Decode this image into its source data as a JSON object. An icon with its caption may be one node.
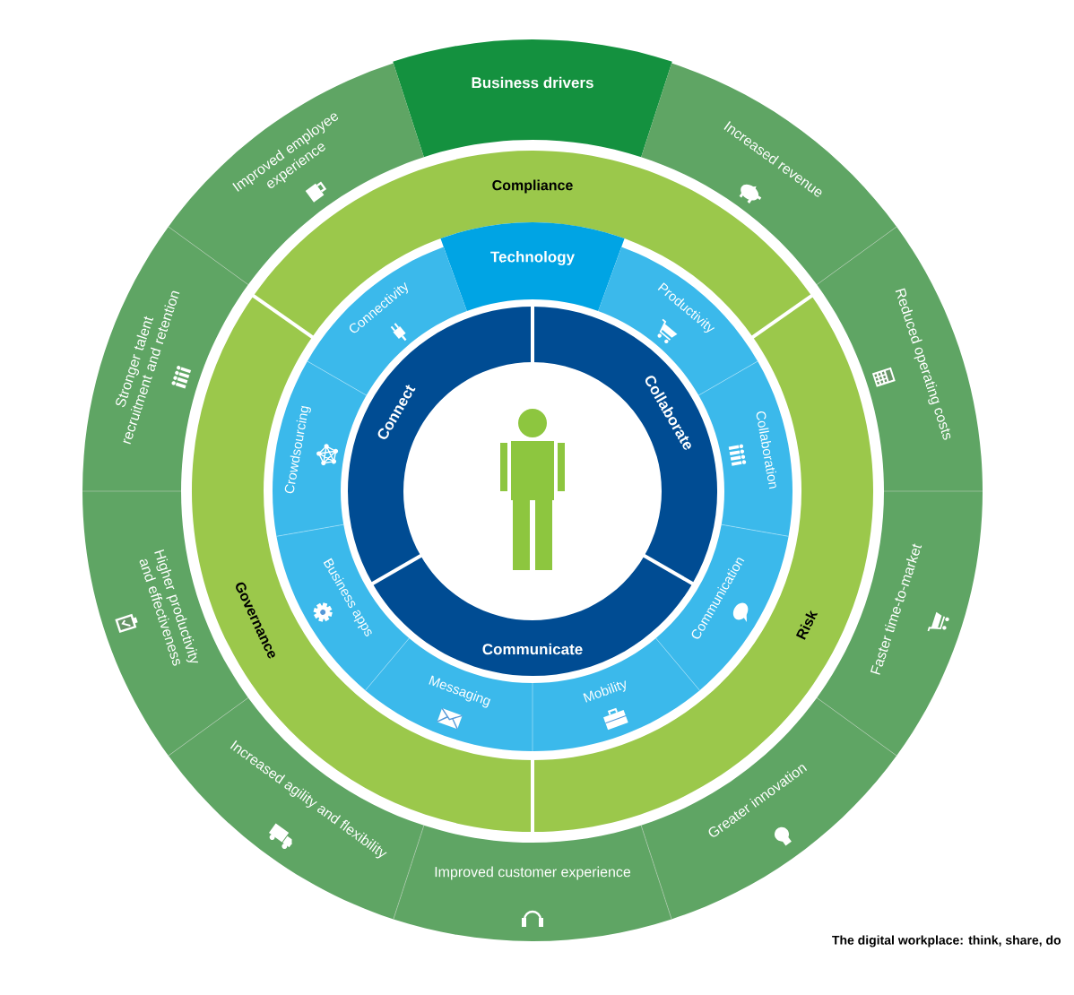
{
  "diagram": {
    "caption": "The digital workplace: think, share, do",
    "nodes": [
      {
        "text": [
          "Business drivers"
        ]
      },
      {
        "text": [
          "Increased revenue"
        ]
      },
      {
        "text": [
          "Reduced operating costs"
        ]
      },
      {
        "text": [
          "Faster time-to-market"
        ]
      },
      {
        "text": [
          "Greater innovation"
        ]
      },
      {
        "text": [
          "Improved customer experience"
        ]
      },
      {
        "text": [
          "Increased agility and flexibility"
        ]
      },
      {
        "text": [
          "Higher productivity and effectiveness"
        ]
      },
      {
        "text": [
          "Stronger talent recruitment and retention"
        ]
      },
      {
        "text": [
          "Improved employee experience"
        ]
      },
      {
        "text": [
          "Compliance"
        ]
      },
      {
        "text": [
          "Risk"
        ]
      },
      {
        "text": [
          "Governance"
        ]
      },
      {
        "text": [
          "Technology"
        ]
      },
      {
        "text": [
          "Productivity"
        ]
      },
      {
        "text": [
          "Collaboration"
        ]
      },
      {
        "text": [
          "Communication"
        ]
      },
      {
        "text": [
          "Mobility"
        ]
      },
      {
        "text": [
          "Messaging"
        ]
      },
      {
        "text": [
          "Business apps"
        ]
      },
      {
        "text": [
          "Crowdsourcing"
        ]
      },
      {
        "text": [
          "Connectivity"
        ]
      },
      {
        "text": [
          "Connect"
        ]
      },
      {
        "text": [
          "Collaborate"
        ]
      },
      {
        "text": [
          "Communicate"
        ]
      }
    ]
  }
}
